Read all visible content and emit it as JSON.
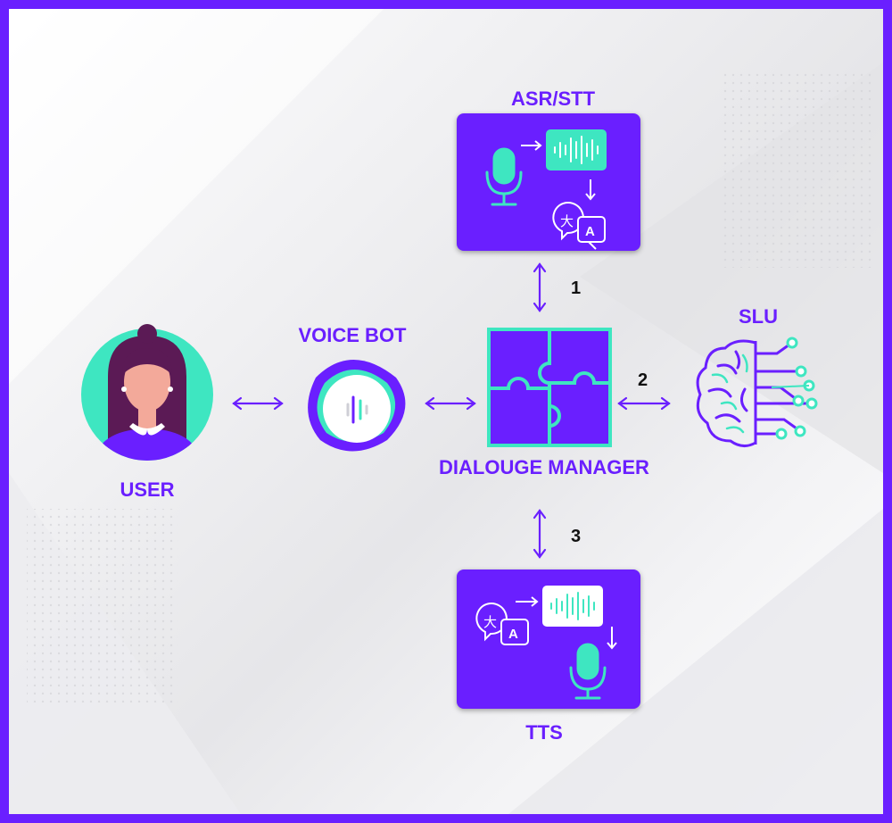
{
  "labels": {
    "asr": "ASR/STT",
    "slu": "SLU",
    "voice_bot": "VOICE BOT",
    "user": "USER",
    "manager": "DIALOUGE MANAGER",
    "tts": "TTS"
  },
  "steps": {
    "one": "1",
    "two": "2",
    "three": "3"
  },
  "icons": {
    "user": "user-avatar-icon",
    "voice_bot": "voice-bot-icon",
    "manager": "puzzle-icon",
    "slu": "brain-circuit-icon",
    "asr": [
      "microphone-icon",
      "waveform-icon",
      "translate-icon"
    ],
    "tts": [
      "translate-icon",
      "waveform-icon",
      "microphone-icon"
    ]
  },
  "colors": {
    "primary": "#6a1fff",
    "accent": "#3ee6c1",
    "text": "#111111",
    "skin": "#f3a99a",
    "hair": "#5b1a55"
  }
}
